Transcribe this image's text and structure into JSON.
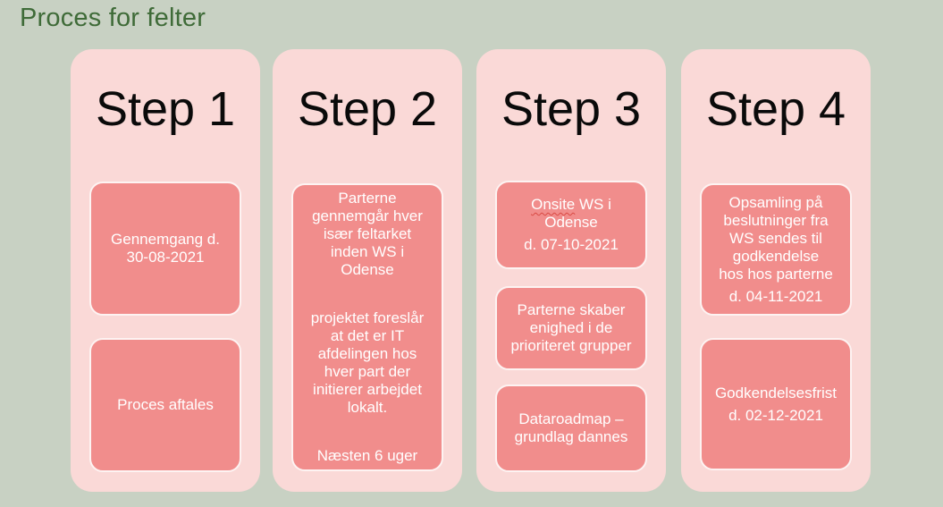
{
  "title": "Proces for felter",
  "columns": [
    {
      "step": "Step 1",
      "boxes": [
        {
          "paragraphs": [
            [
              "Gennemgang d.",
              "30-08-2021"
            ]
          ]
        },
        {
          "paragraphs": [
            [
              "Proces aftales"
            ]
          ]
        }
      ]
    },
    {
      "step": "Step 2",
      "boxes": [
        {
          "paragraphs": [
            [
              "Parterne",
              "gennemgår hver",
              "især feltarket",
              "inden WS i",
              "Odense"
            ],
            [
              "projektet foreslår",
              "at det er IT",
              "afdelingen hos",
              "hver part der",
              "initierer arbejdet",
              "lokalt."
            ],
            [
              "Næsten 6 uger"
            ]
          ]
        }
      ]
    },
    {
      "step": "Step 3",
      "boxes": [
        {
          "p1_line1_word": "Onsite",
          "p1_line1_after": " WS i",
          "p1_line2": "Odense",
          "p2_line1": "d. 07-10-2021"
        },
        {
          "paragraphs": [
            [
              "Parterne skaber",
              "enighed i de",
              "prioriteret grupper"
            ]
          ]
        },
        {
          "paragraphs": [
            [
              "Dataroadmap –",
              "grundlag dannes"
            ]
          ]
        }
      ]
    },
    {
      "step": "Step 4",
      "boxes": [
        {
          "paragraphs": [
            [
              "Opsamling på",
              "beslutninger fra",
              "WS sendes til",
              "godkendelse",
              "hos hos parterne"
            ],
            [
              "d. 04-11-2021"
            ]
          ]
        },
        {
          "paragraphs": [
            [
              "Godkendelsesfrist"
            ],
            [
              "d. 02-12-2021"
            ]
          ]
        }
      ]
    }
  ],
  "colors": {
    "background": "#c8d1c3",
    "column_background": "#fad9d7",
    "box_background": "#f18d8c",
    "box_border": "#fdf3f2",
    "box_text": "#ffffff",
    "title_text": "#3f6b38",
    "step_text": "#0a0a0a",
    "spellcheck_underline": "#d84a44"
  }
}
